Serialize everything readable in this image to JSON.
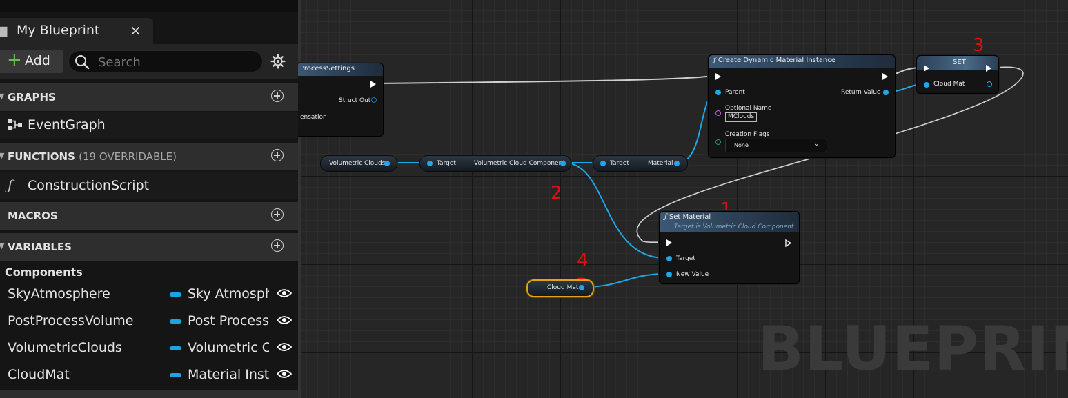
{
  "panel": {
    "tab_title": "My Blueprint",
    "close_glyph": "×",
    "add_label": "Add",
    "search_placeholder": "Search",
    "sections": {
      "graphs": "GRAPHS",
      "functions": "FUNCTIONS",
      "functions_sub": "(19 OVERRIDABLE)",
      "macros": "MACROS",
      "variables": "VARIABLES"
    },
    "event_graph": "EventGraph",
    "construction_script": "ConstructionScript",
    "components_header": "Components",
    "variables": [
      {
        "name": "SkyAtmosphere",
        "type": "Sky Atmosphere"
      },
      {
        "name": "PostProcessVolume",
        "type": "Post Process Volume"
      },
      {
        "name": "VolumetricClouds",
        "type": "Volumetric Cloud"
      },
      {
        "name": "CloudMat",
        "type": "Material Instance"
      }
    ],
    "icons": [
      "blueprint-icon",
      "close-icon",
      "plus-icon",
      "search-icon",
      "gear-icon",
      "event-graph-icon",
      "function-icon",
      "eye-icon"
    ]
  },
  "graph": {
    "watermark": "BLUEPRINT",
    "pp_node": {
      "title": "ProcessSettings",
      "struct_out": "Struct Out",
      "partial_label": "ensation"
    },
    "volumetric_clouds_var": "Volumetric Clouds",
    "getter_cloud_component": {
      "target": "Target",
      "output": "Volumetric Cloud Component"
    },
    "getter_material": {
      "target": "Target",
      "output": "Material"
    },
    "create_dmi": {
      "title": "Create Dynamic Material Instance",
      "parent": "Parent",
      "return_value": "Return Value",
      "optional_name": "Optional Name",
      "optional_name_value": "MClouds",
      "creation_flags": "Creation Flags",
      "creation_flags_value": "None"
    },
    "set_node": {
      "title": "SET",
      "cloud_mat": "Cloud Mat"
    },
    "set_material": {
      "title": "Set Material",
      "subtitle": "Target is Volumetric Cloud Component",
      "target": "Target",
      "new_value": "New Value"
    },
    "cloud_mat_var": "Cloud Mat",
    "annotations": [
      "1",
      "2",
      "3",
      "4"
    ],
    "colors": {
      "object_pin": "#1ea8ec",
      "exec_wire": "#d0d0d0",
      "annotation": "#e01010",
      "node_header": "#3c5876"
    }
  }
}
